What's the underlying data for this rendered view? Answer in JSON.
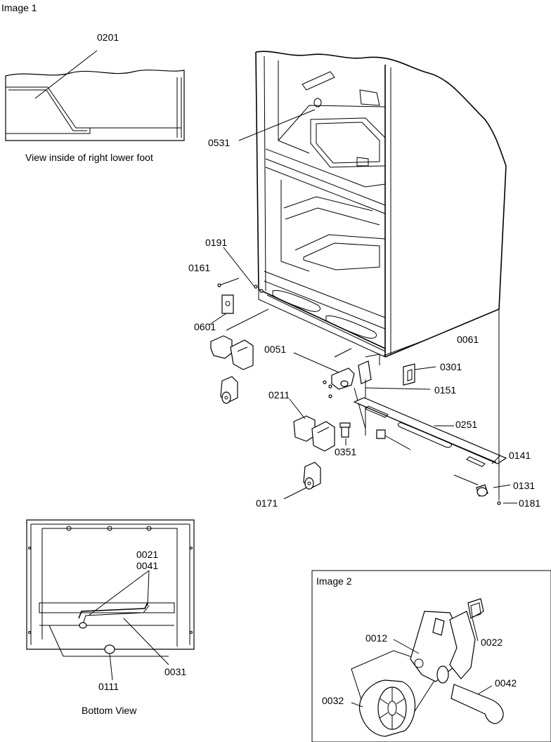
{
  "image1": {
    "title": "Image 1",
    "inset_caption": "View inside of right lower foot",
    "bottom_caption": "Bottom View"
  },
  "image2": {
    "title": "Image 2"
  },
  "part_labels": {
    "p0201": "0201",
    "p0531": "0531",
    "p0191": "0191",
    "p0161": "0161",
    "p0601": "0601",
    "p0051": "0051",
    "p0061": "0061",
    "p0301": "0301",
    "p0151": "0151",
    "p0211": "0211",
    "p0251": "0251",
    "p0351": "0351",
    "p0141": "0141",
    "p0131": "0131",
    "p0171": "0171",
    "p0181": "0181",
    "p0021": "0021",
    "p0041": "0041",
    "p0031": "0031",
    "p0111": "0111",
    "p0012": "0012",
    "p0022": "0022",
    "p0032": "0032",
    "p0042": "0042"
  }
}
